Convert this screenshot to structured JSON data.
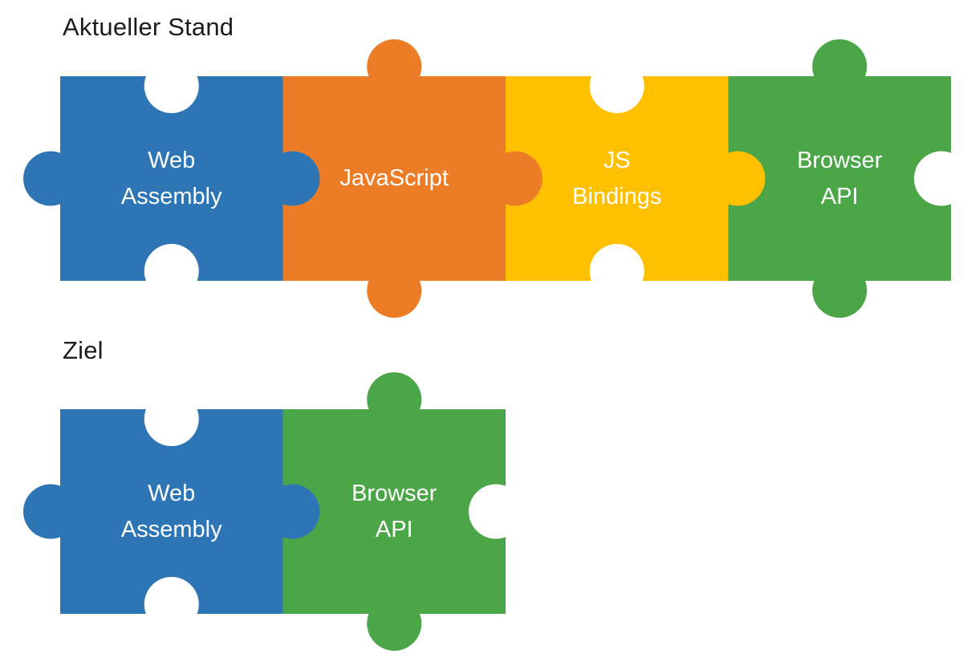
{
  "palette": {
    "blue": "#2E75B6",
    "orange": "#EC7C25",
    "yellow": "#FFC000",
    "green": "#4BA647",
    "background": "#FFFFFF",
    "title_color": "#1C1C1C",
    "label_color": "#FFFFFF"
  },
  "sections": [
    {
      "title": "Aktueller Stand",
      "pieces": [
        {
          "id": "web-assembly",
          "label": "Web\nAssembly",
          "color_key": "blue",
          "tabs": [
            "left",
            "right"
          ],
          "holes": [
            "top",
            "bottom"
          ]
        },
        {
          "id": "javascript",
          "label": "JavaScript",
          "color_key": "orange",
          "tabs": [
            "top",
            "bottom",
            "right"
          ],
          "holes": []
        },
        {
          "id": "js-bindings",
          "label": "JS\nBindings",
          "color_key": "yellow",
          "tabs": [
            "right"
          ],
          "holes": [
            "top",
            "bottom"
          ]
        },
        {
          "id": "browser-api",
          "label": "Browser\nAPI",
          "color_key": "green",
          "tabs": [
            "top",
            "bottom"
          ],
          "holes": [
            "right"
          ]
        }
      ]
    },
    {
      "title": "Ziel",
      "pieces": [
        {
          "id": "web-assembly-goal",
          "label": "Web\nAssembly",
          "color_key": "blue",
          "tabs": [
            "left",
            "right"
          ],
          "holes": [
            "top",
            "bottom"
          ]
        },
        {
          "id": "browser-api-goal",
          "label": "Browser\nAPI",
          "color_key": "green",
          "tabs": [
            "top",
            "bottom"
          ],
          "holes": [
            "right"
          ]
        }
      ]
    }
  ]
}
